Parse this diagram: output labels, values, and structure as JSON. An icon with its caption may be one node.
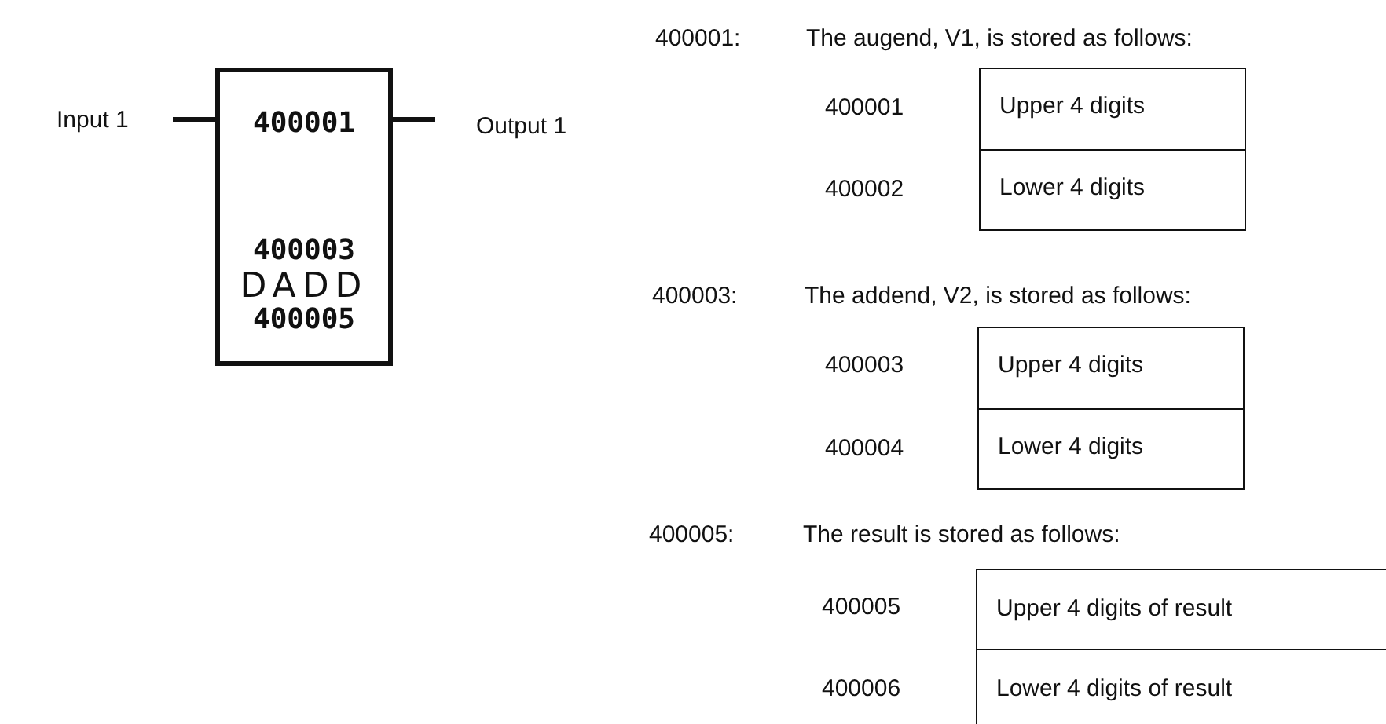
{
  "diagram": {
    "nodes": [
      {
        "text": [
          "Input 1"
        ]
      },
      {
        "text": [
          "400001",
          "400003",
          "DADD",
          "400005"
        ]
      },
      {
        "text": [
          "Output 1"
        ]
      },
      {
        "text": [
          "Upper 4 digits"
        ]
      },
      {
        "text": [
          "Lower 4 digits"
        ]
      },
      {
        "text": [
          "Upper 4 digits"
        ]
      },
      {
        "text": [
          "Lower 4 digits"
        ]
      },
      {
        "text": [
          "Upper 4 digits of result"
        ]
      },
      {
        "text": [
          "Lower 4 digits of result"
        ]
      }
    ],
    "edges": [
      {
        "from": 0,
        "to": 1,
        "arrow": "none"
      },
      {
        "from": 1,
        "to": 2,
        "arrow": "none"
      }
    ],
    "labels": [
      "400001:",
      "The augend, V1, is stored as follows:",
      "400001",
      "400002",
      "400003:",
      "The addend, V2, is stored as follows:",
      "400003",
      "400004",
      "400005:",
      "The result is stored as follows:",
      "400005",
      "400006"
    ]
  }
}
